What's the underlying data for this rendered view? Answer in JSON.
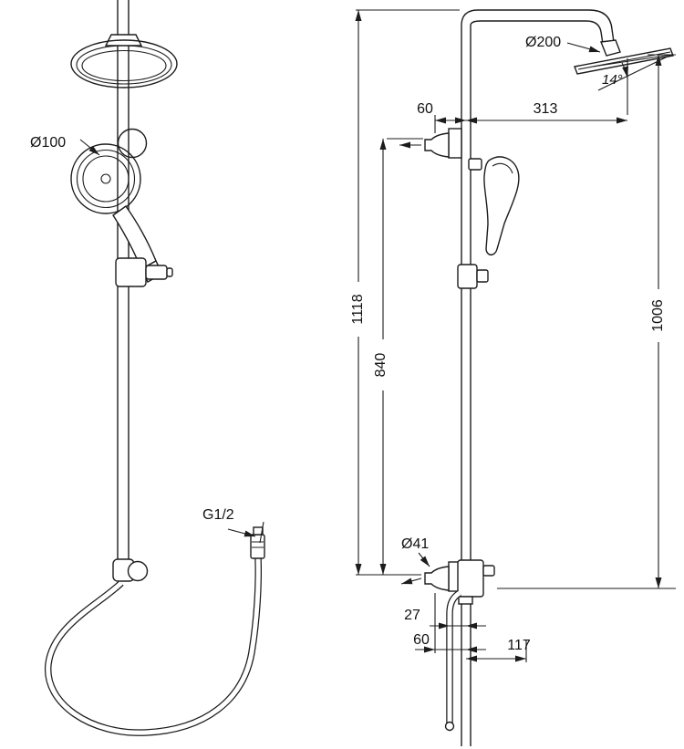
{
  "drawing": {
    "type": "shower-system-technical-drawing",
    "colors": {
      "line": "#1c1c1c",
      "background": "#ffffff"
    }
  },
  "labels": {
    "left": {
      "hand_shower_diameter": "Ø100",
      "hose_thread": "G1/2"
    },
    "right": {
      "head_diameter": "Ø200",
      "head_tilt_angle": "14°",
      "dim_wall_to_pipe": "60",
      "dim_pipe_to_head": "313",
      "dim_overall_height": "1118",
      "dim_rail_height": "840",
      "dim_head_height": "1006",
      "elbow_diameter": "Ø41",
      "dim_outlet_offset": "27",
      "dim_wall_to_pipe_bottom": "60",
      "dim_pipe_to_handshower": "117"
    }
  }
}
